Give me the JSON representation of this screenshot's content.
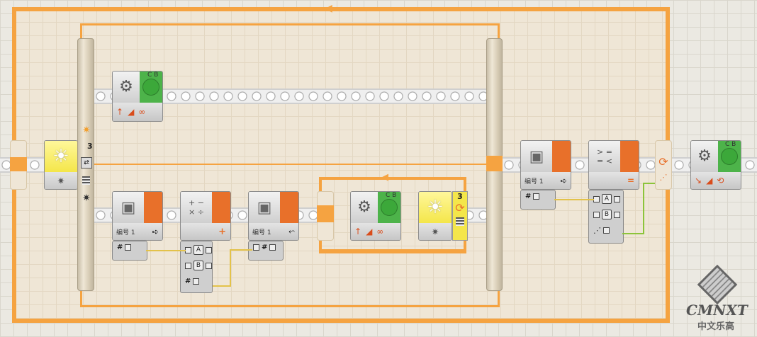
{
  "loop_outer": {
    "arrow": "◀"
  },
  "switch_block": {
    "port_top_icon": "sun-small-icon",
    "count": "3",
    "port_bottom_icon": "sun-small-icon"
  },
  "motor_block_top": {
    "ports": "C B"
  },
  "motor_block_mid": {
    "ports": "C B"
  },
  "motor_block_right": {
    "ports": "C B"
  },
  "var_block_1": {
    "label": "编号 1",
    "symbol": "#"
  },
  "math_block": {
    "port_a": "A",
    "port_b": "B",
    "result": "#"
  },
  "var_block_2": {
    "label": "编号 1",
    "symbol": "#"
  },
  "inner_loop": {
    "count": "3",
    "arrow": "◀"
  },
  "var_block_right": {
    "label": "编号 1",
    "symbol": "#"
  },
  "compare_block": {
    "port_a": "A",
    "port_b": "B"
  },
  "logo": {
    "text": "CMNXT",
    "subtext": "中文乐高"
  },
  "colors": {
    "loop_orange": "#f5a341",
    "motor_green": "#4db34a",
    "var_orange": "#e8702a",
    "sensor_yellow": "#f4e64a",
    "wire_yellow": "#e3c24a",
    "wire_green": "#8cc43a"
  }
}
